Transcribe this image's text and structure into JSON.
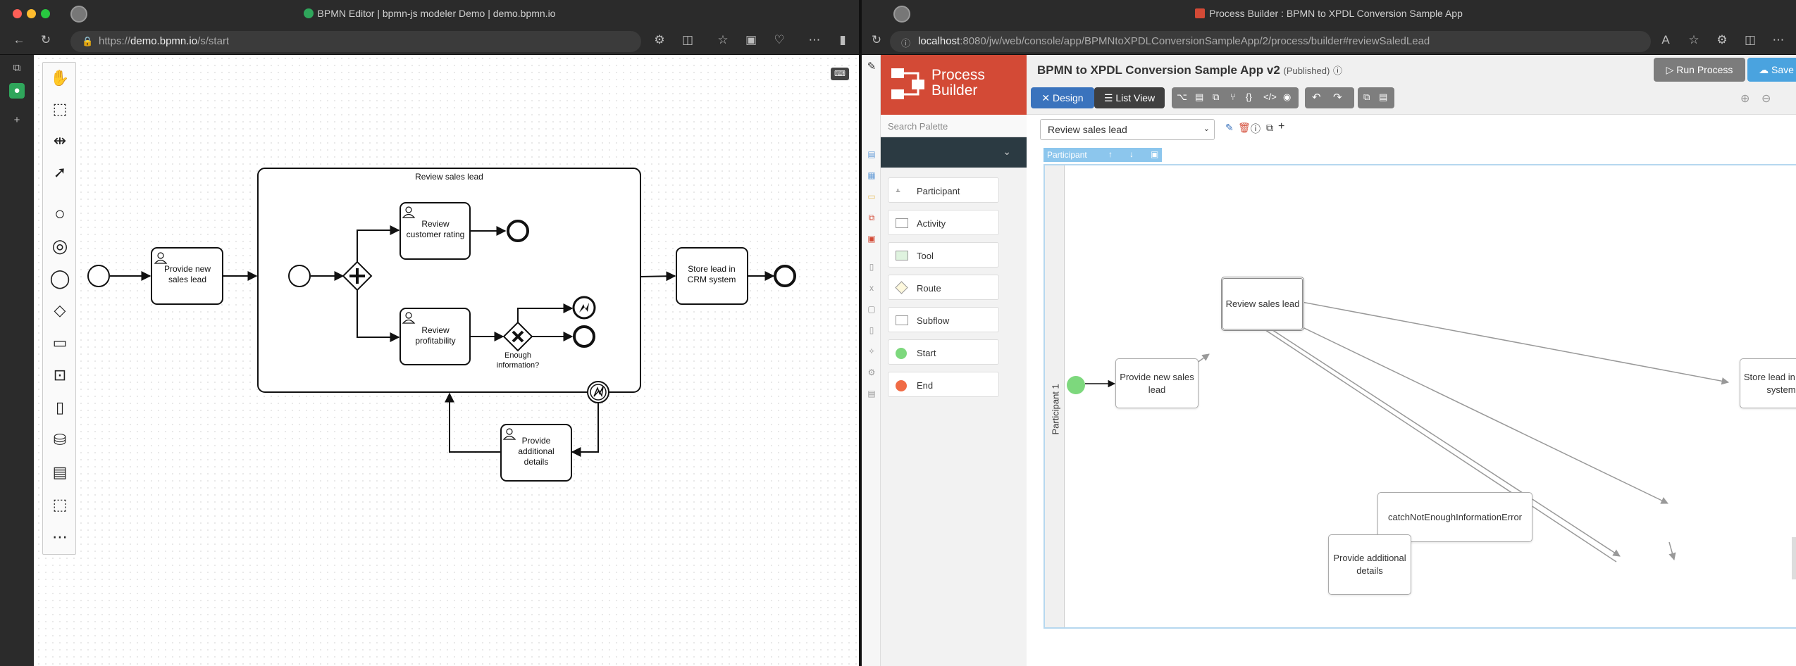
{
  "left_window": {
    "title": "BPMN Editor | bpmn-js modeler Demo | demo.bpmn.io",
    "url_prefix": "https://",
    "url_host": "demo.bpmn.io",
    "url_path": "/s/start",
    "diagram": {
      "subprocess_title": "Review sales lead",
      "task_provide_new_sales_lead": "Provide new sales lead",
      "task_review_customer_rating": "Review customer rating",
      "task_review_profitability": "Review profitability",
      "gateway_label": "Enough information?",
      "task_store_lead": "Store lead in CRM system",
      "task_provide_additional_details": "Provide additional details"
    }
  },
  "right_window": {
    "title": "Process Builder : BPMN to XPDL Conversion Sample App",
    "url_host": "localhost",
    "url_path": ":8080/jw/web/console/app/BPMNtoXPDLConversionSampleApp/2/process/builder#reviewSaledLead",
    "logo_text": "Process Builder",
    "app_title": "BPMN to XPDL Conversion Sample App v2",
    "app_status": "(Published)",
    "run_process_label": "Run Process",
    "save_label": "Save",
    "design_label": "Design",
    "list_view_label": "List View",
    "search_placeholder": "Search Palette",
    "palette": [
      {
        "label": "Participant"
      },
      {
        "label": "Activity",
        "color": "#ffffff"
      },
      {
        "label": "Tool",
        "color": "#dff3df"
      },
      {
        "label": "Route",
        "color": "#fdf8dd"
      },
      {
        "label": "Subflow",
        "color": "#ffffff"
      },
      {
        "label": "Start",
        "color": "#7dd87d"
      },
      {
        "label": "End",
        "color": "#f06b45"
      }
    ],
    "process_select": "Review sales lead",
    "participant_tab": "Participant",
    "lane_label": "Participant 1",
    "nodes": {
      "provide_new": "Provide new sales lead",
      "review_sales": "Review sales lead",
      "store_lead": "Store lead in CRM system",
      "catch_error": "catchNotEnoughInformationError",
      "provide_additional": "Provide additional details"
    }
  }
}
